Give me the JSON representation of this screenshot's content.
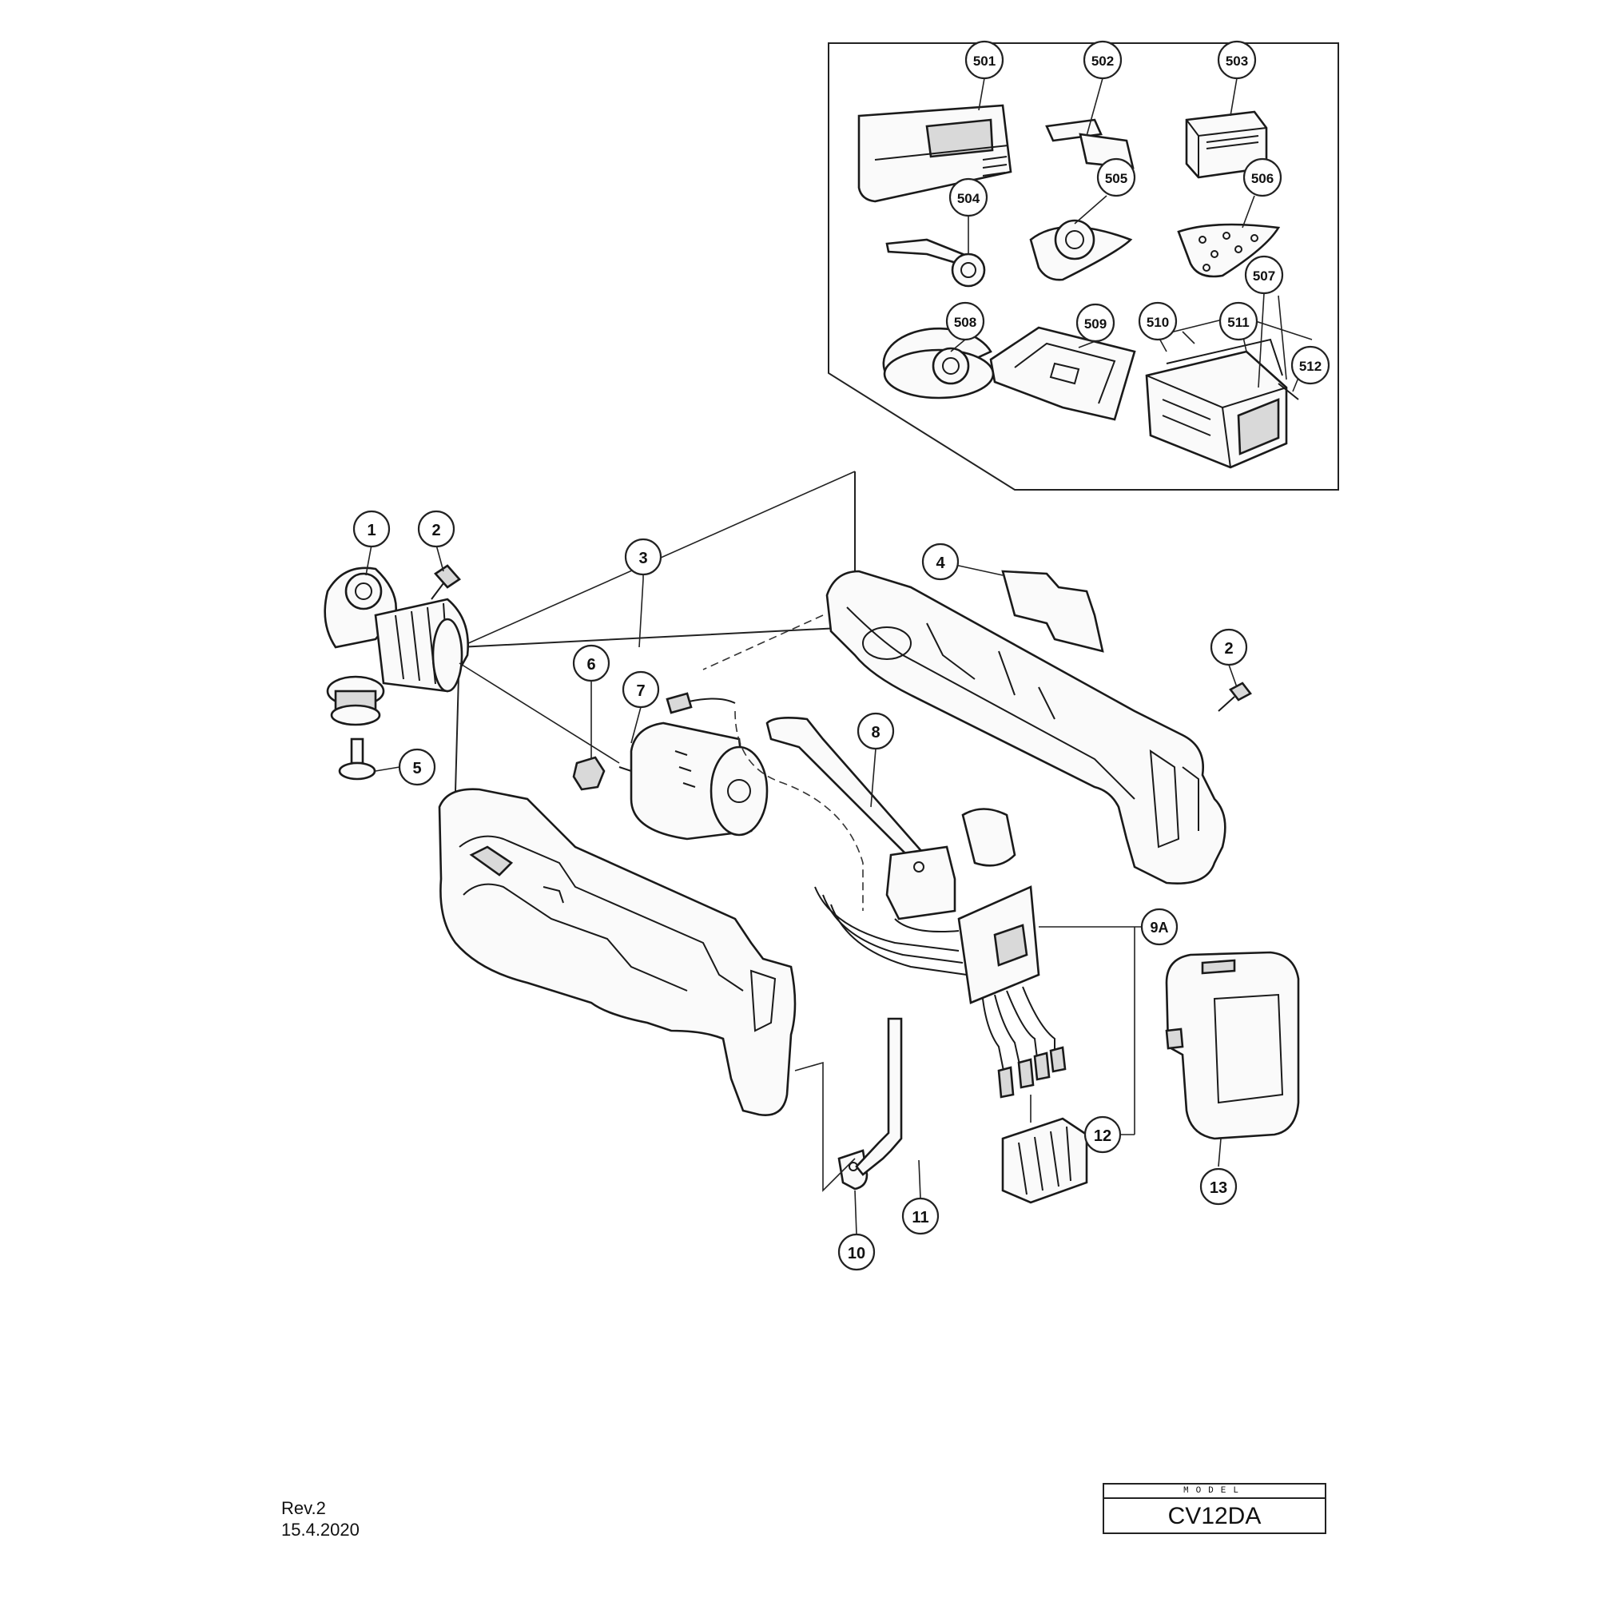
{
  "callouts": {
    "p501": "501",
    "p502": "502",
    "p503": "503",
    "p504": "504",
    "p505": "505",
    "p506": "506",
    "p507": "507",
    "p508": "508",
    "p509": "509",
    "p510": "510",
    "p511": "511",
    "p512": "512",
    "p1": "1",
    "p2a": "2",
    "p2b": "2",
    "p3": "3",
    "p4": "4",
    "p5": "5",
    "p6": "6",
    "p7": "7",
    "p8": "8",
    "p9A": "9A",
    "p10": "10",
    "p11": "11",
    "p12": "12",
    "p13": "13"
  },
  "footer": {
    "revision": "Rev.2",
    "date": "15.4.2020",
    "model_heading": "MODEL",
    "model": "CV12DA"
  }
}
